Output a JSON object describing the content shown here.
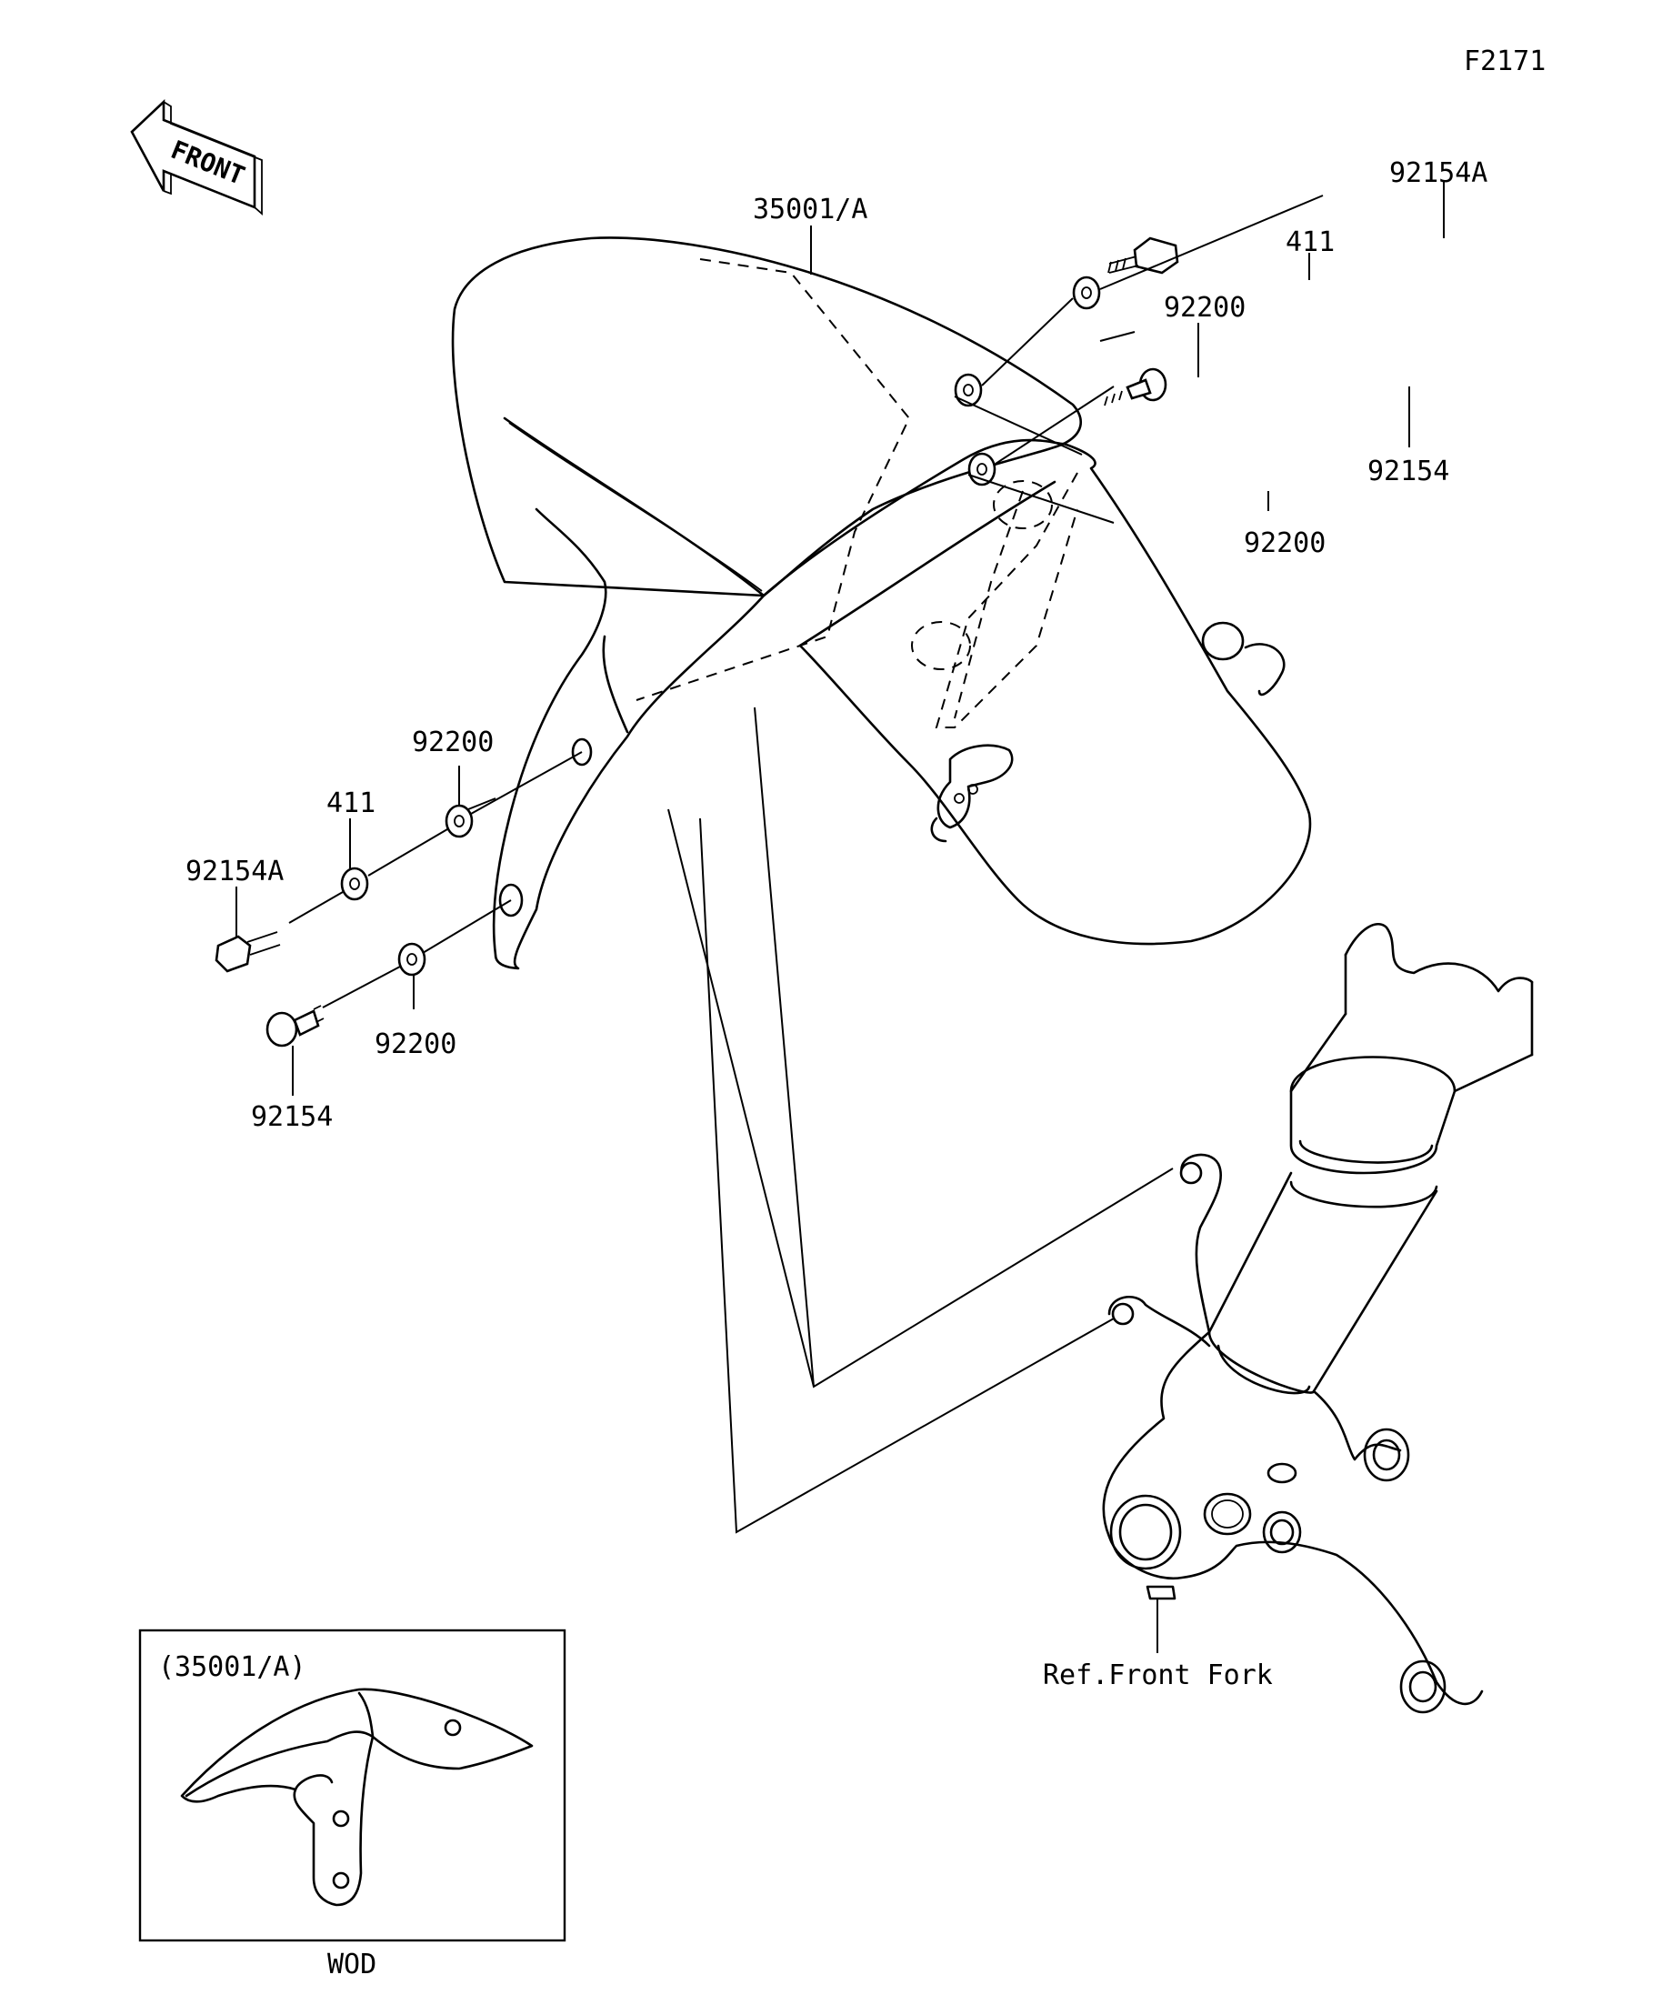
{
  "figure_id": "F2171",
  "front_label": "FRONT",
  "parts": {
    "fender": "35001/A",
    "bolt_a_right": "92154A",
    "collar_right": "411",
    "washer_right_top": "92200",
    "bolt_right": "92154",
    "washer_right_bottom": "92200",
    "washer_left_top": "92200",
    "collar_left": "411",
    "bolt_a_left": "92154A",
    "washer_left_bottom": "92200",
    "bolt_left": "92154"
  },
  "reference": "Ref.Front Fork",
  "inset": {
    "title": "(35001/A)",
    "caption": "WOD"
  }
}
